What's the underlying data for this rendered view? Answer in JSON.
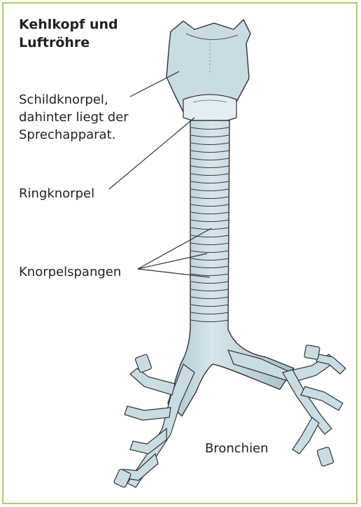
{
  "title": {
    "line1": "Kehlkopf und",
    "line2": "Luftröhre"
  },
  "labels": {
    "thyroid": [
      "Schildknorpel,",
      "dahinter liegt der",
      "Sprechapparat."
    ],
    "cricoid": "Ringknorpel",
    "rings": "Knorpelspangen",
    "bronchi": "Bronchien"
  },
  "colors": {
    "frame": "#a9cf6a",
    "cartilage": "#c9dce3",
    "cartilage_dark": "#a9c2cc",
    "outline": "#333333",
    "text": "#222222"
  }
}
